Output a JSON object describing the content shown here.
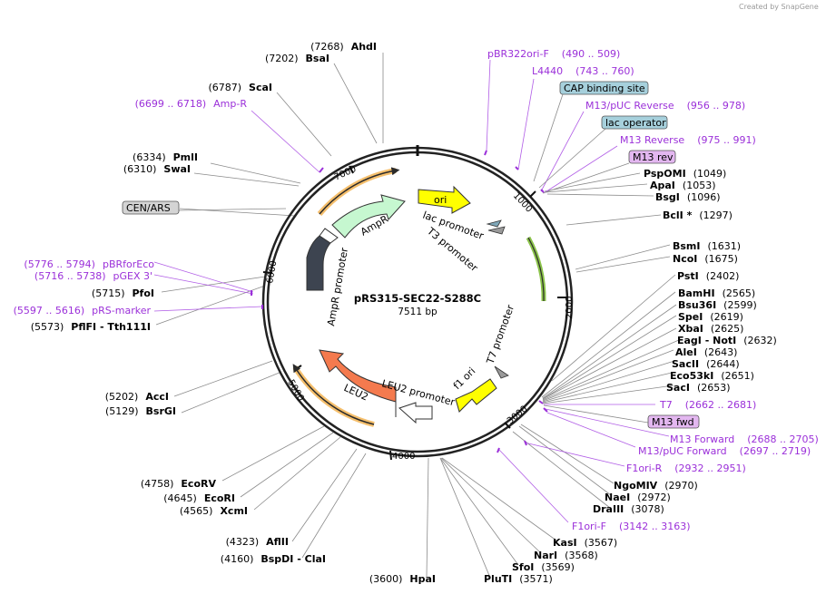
{
  "credit": "Created by SnapGene",
  "plasmid": {
    "name": "pRS315-SEC22-S288C",
    "length_label": "7511 bp"
  },
  "ticks": [
    "1000",
    "2000",
    "3000",
    "4000",
    "5000",
    "6000",
    "7000"
  ],
  "features": {
    "ori": "ori",
    "ampr": "AmpR",
    "ampr_promoter": "AmpR promoter",
    "lac_promoter": "lac promoter",
    "t3_promoter": "T3 promoter",
    "t7_promoter": "T7 promoter",
    "f1_ori": "f1 ori",
    "leu2": "LEU2",
    "leu2_promoter": "LEU2 promoter"
  },
  "boxes": {
    "cap": "CAP binding site",
    "lac_operator": "lac operator",
    "m13rev": "M13 rev",
    "cen": "CEN/ARS",
    "m13fwd": "M13 fwd"
  },
  "enzymes_right": [
    {
      "name": "PspOMI",
      "pos": "(1049)"
    },
    {
      "name": "ApaI",
      "pos": "(1053)"
    },
    {
      "name": "BsgI",
      "pos": "(1096)"
    },
    {
      "name": "BclI *",
      "pos": "(1297)"
    },
    {
      "name": "BsmI",
      "pos": "(1631)"
    },
    {
      "name": "NcoI",
      "pos": "(1675)"
    },
    {
      "name": "PstI",
      "pos": "(2402)"
    },
    {
      "name": "BamHI",
      "pos": "(2565)"
    },
    {
      "name": "Bsu36I",
      "pos": "(2599)"
    },
    {
      "name": "SpeI",
      "pos": "(2619)"
    },
    {
      "name": "XbaI",
      "pos": "(2625)"
    },
    {
      "name": "EagI  - NotI",
      "pos": "(2632)"
    },
    {
      "name": "AleI",
      "pos": "(2643)"
    },
    {
      "name": "SacII",
      "pos": "(2644)"
    },
    {
      "name": "Eco53kI",
      "pos": "(2651)"
    },
    {
      "name": "SacI",
      "pos": "(2653)"
    },
    {
      "name": "NgoMIV",
      "pos": "(2970)"
    },
    {
      "name": "NaeI",
      "pos": "(2972)"
    },
    {
      "name": "DraIII",
      "pos": "(3078)"
    },
    {
      "name": "KasI",
      "pos": "(3567)"
    },
    {
      "name": "NarI",
      "pos": "(3568)"
    },
    {
      "name": "SfoI",
      "pos": "(3569)"
    },
    {
      "name": "PluTI",
      "pos": "(3571)"
    }
  ],
  "enzymes_left": [
    {
      "name": "AhdI",
      "pos": "(7268)"
    },
    {
      "name": "BsaI",
      "pos": "(7202)"
    },
    {
      "name": "ScaI",
      "pos": "(6787)"
    },
    {
      "name": "PmlI",
      "pos": "(6334)"
    },
    {
      "name": "SwaI",
      "pos": "(6310)"
    },
    {
      "name": "PfoI",
      "pos": "(5715)"
    },
    {
      "name": "PflFI  - Tth111I",
      "pos": "(5573)"
    },
    {
      "name": "AccI",
      "pos": "(5202)"
    },
    {
      "name": "BsrGI",
      "pos": "(5129)"
    },
    {
      "name": "EcoRV",
      "pos": "(4758)"
    },
    {
      "name": "EcoRI",
      "pos": "(4645)"
    },
    {
      "name": "XcmI",
      "pos": "(4565)"
    },
    {
      "name": "AflII",
      "pos": "(4323)"
    },
    {
      "name": "BspDI  - ClaI",
      "pos": "(4160)"
    },
    {
      "name": "HpaI",
      "pos": "(3600)"
    }
  ],
  "primers": [
    {
      "name": "pBR322ori-F",
      "range": "(490 .. 509)"
    },
    {
      "name": "L4440",
      "range": "(743 .. 760)"
    },
    {
      "name": "M13/pUC Reverse",
      "range": "(956 .. 978)"
    },
    {
      "name": "M13 Reverse",
      "range": "(975 .. 991)"
    },
    {
      "name": "T7",
      "range": "(2662 .. 2681)"
    },
    {
      "name": "M13 Forward",
      "range": "(2688 .. 2705)"
    },
    {
      "name": "M13/pUC Forward",
      "range": "(2697 .. 2719)"
    },
    {
      "name": "F1ori-R",
      "range": "(2932 .. 2951)"
    },
    {
      "name": "F1ori-F",
      "range": "(3142 .. 3163)"
    },
    {
      "name": "Amp-R",
      "range": "(6699 .. 6718)"
    },
    {
      "name": "pBRforEco",
      "range": "(5776 .. 5794)"
    },
    {
      "name": "pGEX 3'",
      "range": "(5716 .. 5738)"
    },
    {
      "name": "pRS-marker",
      "range": "(5597 .. 5616)"
    }
  ],
  "colors": {
    "ori": "#ffff00",
    "ampr": "#c6f7d0",
    "ampr_promoter": "#3d4450",
    "leu2": "#f47a4e",
    "primer": "#9b30d9",
    "box_teal": "#a6d0dc",
    "box_gray": "#d4d4d4",
    "box_purple": "#e3b7f0",
    "orange_arc": "#f2a93b",
    "green_arc": "#8bc34a"
  }
}
